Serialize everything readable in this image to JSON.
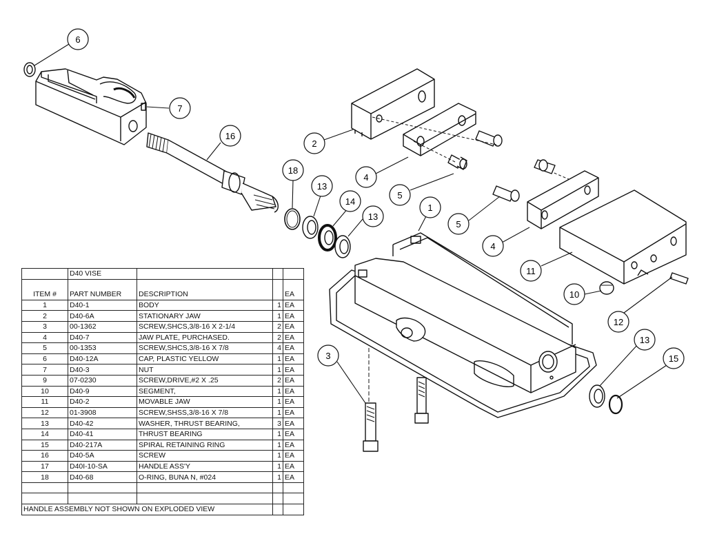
{
  "balloons": [
    {
      "number": "6"
    },
    {
      "number": "7"
    },
    {
      "number": "16"
    },
    {
      "number": "18"
    },
    {
      "number": "13"
    },
    {
      "number": "14"
    },
    {
      "number": "13"
    },
    {
      "number": "2"
    },
    {
      "number": "4"
    },
    {
      "number": "5"
    },
    {
      "number": "1"
    },
    {
      "number": "5"
    },
    {
      "number": "4"
    },
    {
      "number": "11"
    },
    {
      "number": "10"
    },
    {
      "number": "12"
    },
    {
      "number": "3"
    },
    {
      "number": "13"
    },
    {
      "number": "15"
    }
  ],
  "table": {
    "title": "D40 VISE",
    "headers": {
      "item": "ITEM #",
      "part": "PART NUMBER",
      "desc": "DESCRIPTION",
      "unit": "EA"
    },
    "rows": [
      {
        "item": "1",
        "part": "D40-1",
        "desc": "BODY",
        "qty": "1",
        "unit": "EA"
      },
      {
        "item": "2",
        "part": "D40-6A",
        "desc": "STATIONARY JAW",
        "qty": "1",
        "unit": "EA"
      },
      {
        "item": "3",
        "part": "00-1362",
        "desc": "SCREW,SHCS,3/8-16 X 2-1/4",
        "qty": "2",
        "unit": "EA"
      },
      {
        "item": "4",
        "part": "D40-7",
        "desc": "JAW PLATE, PURCHASED.",
        "qty": "2",
        "unit": "EA"
      },
      {
        "item": "5",
        "part": "00-1353",
        "desc": "SCREW,SHCS,3/8-16 X 7/8",
        "qty": "4",
        "unit": "EA"
      },
      {
        "item": "6",
        "part": "D40-12A",
        "desc": "CAP, PLASTIC YELLOW",
        "qty": "1",
        "unit": "EA"
      },
      {
        "item": "7",
        "part": "D40-3",
        "desc": "NUT",
        "qty": "1",
        "unit": "EA"
      },
      {
        "item": "9",
        "part": "07-0230",
        "desc": "SCREW,DRIVE,#2 X .25",
        "qty": "2",
        "unit": "EA"
      },
      {
        "item": "10",
        "part": "D40-9",
        "desc": "SEGMENT,",
        "qty": "1",
        "unit": "EA"
      },
      {
        "item": "11",
        "part": "D40-2",
        "desc": "MOVABLE JAW",
        "qty": "1",
        "unit": "EA"
      },
      {
        "item": "12",
        "part": "01-3908",
        "desc": "SCREW,SHSS,3/8-16 X 7/8",
        "qty": "1",
        "unit": "EA"
      },
      {
        "item": "13",
        "part": "D40-42",
        "desc": "WASHER, THRUST BEARING,",
        "qty": "3",
        "unit": "EA"
      },
      {
        "item": "14",
        "part": "D40-41",
        "desc": "THRUST BEARING",
        "qty": "1",
        "unit": "EA"
      },
      {
        "item": "15",
        "part": "D40-217A",
        "desc": "SPIRAL RETAINING RING",
        "qty": "1",
        "unit": "EA"
      },
      {
        "item": "16",
        "part": "D40-5A",
        "desc": "SCREW",
        "qty": "1",
        "unit": "EA"
      },
      {
        "item": "17",
        "part": "D40I-10-SA",
        "desc": "HANDLE ASS'Y",
        "qty": "1",
        "unit": "EA"
      },
      {
        "item": "18",
        "part": "D40-68",
        "desc": "O-RING, BUNA N, #024",
        "qty": "1",
        "unit": "EA"
      }
    ],
    "note": "HANDLE ASSEMBLY NOT SHOWN ON EXPLODED VIEW"
  }
}
